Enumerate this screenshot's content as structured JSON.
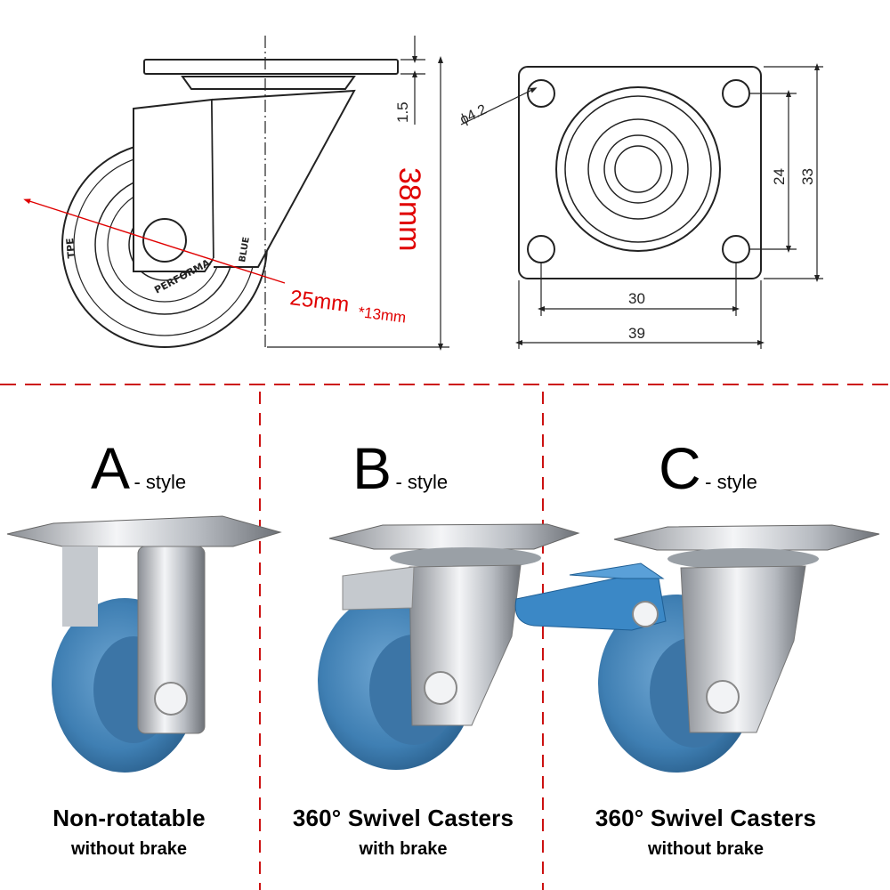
{
  "dimensions": {
    "hole_diameter": "ɸ4.2",
    "plate_thickness": "1.5",
    "height": "38mm",
    "wheel_diameter": "25mm",
    "wheel_width": "*13mm",
    "hole_spacing_vertical": "24",
    "plate_height": "33",
    "hole_spacing_horizontal": "30",
    "plate_width": "39",
    "wheel_text": "PERFORMA",
    "wheel_text_tpe": "TPE",
    "wheel_text_side": "BLUE"
  },
  "colors": {
    "dimension_red": "#e00000",
    "divider_red": "#cc1111",
    "wheel_blue": "#4a86b8",
    "chrome": "#c9ccd1"
  },
  "variants": [
    {
      "letter": "A",
      "suffix": "- style",
      "title": "Non-rotatable",
      "subtitle": "without brake"
    },
    {
      "letter": "B",
      "suffix": "- style",
      "title": "360° Swivel Casters",
      "subtitle": "with brake"
    },
    {
      "letter": "C",
      "suffix": "- style",
      "title": "360° Swivel Casters",
      "subtitle": "without brake"
    }
  ]
}
